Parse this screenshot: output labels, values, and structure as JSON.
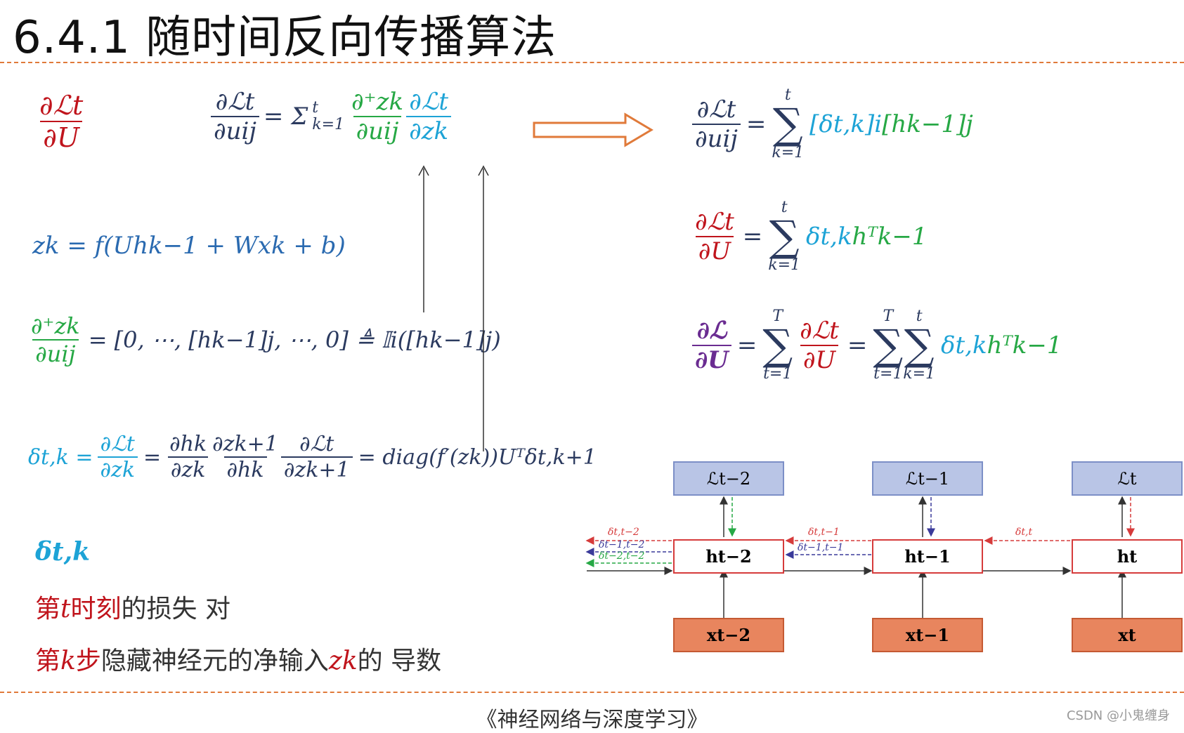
{
  "title": "6.4.1 随时间反向传播算法",
  "footer": "《神经网络与深度学习》",
  "watermark": "CSDN @小鬼缠身",
  "left_formulas": {
    "dL_dU": {
      "num": "∂ℒt",
      "den": "∂U"
    },
    "dL_duij": {
      "lhs_num": "∂ℒt",
      "lhs_den": "∂uij",
      "eq": "= Σ",
      "sum_sup": "t",
      "sum_sub": "k=1",
      "f1_num": "∂⁺zk",
      "f1_den": "∂uij",
      "f2_num": "∂ℒt",
      "f2_den": "∂zk"
    },
    "zk": "zk = f(Uhk−1 + Wxk + b)",
    "dzk": {
      "num": "∂⁺zk",
      "den": "∂uij",
      "rhs": "= [0, ⋯, [hk−1]j, ⋯, 0] ≜ 𝕀i([hk−1]j)"
    },
    "delta": {
      "lhs": "δt,k =",
      "f1_num": "∂ℒt",
      "f1_den": "∂zk",
      "eq2": "=",
      "f2_num": "∂hk",
      "f2_den": "∂zk",
      "f3_num": "∂zk+1",
      "f3_den": "∂hk",
      "f4_num": "∂ℒt",
      "f4_den": "∂zk+1",
      "rhs": "= diag(f′(zk))Uᵀδt,k+1"
    },
    "delta_label": "δt,k",
    "line1_a": "第",
    "line1_t": "t",
    "line1_b": "时刻",
    "line1_c": "的损失 对",
    "line2_a": "第",
    "line2_k": "k",
    "line2_b": "步",
    "line2_c": "隐藏神经元的净输入",
    "line2_z": "zk",
    "line2_d": "的 导数"
  },
  "right_formulas": {
    "r1": {
      "num": "∂ℒt",
      "den": "∂uij",
      "eq": "=",
      "sum_sup": "t",
      "sum_sub": "k=1",
      "term1": "[δt,k]i",
      "term2": "[hk−1]j"
    },
    "r2": {
      "num": "∂ℒt",
      "den": "∂U",
      "eq": "=",
      "sum_sup": "t",
      "sum_sub": "k=1",
      "term1": "δt,k",
      "term2": "hᵀk−1"
    },
    "r3": {
      "num": "∂ℒ",
      "den": "∂U",
      "eq": "=",
      "sum1_sup": "T",
      "sum1_sub": "t=1",
      "f_num": "∂ℒt",
      "f_den": "∂U",
      "eq2": "=",
      "sum2_sup": "T",
      "sum2_sub": "t=1",
      "sum3_sup": "t",
      "sum3_sub": "k=1",
      "term1": "δt,k",
      "term2": "hᵀk−1"
    }
  },
  "diagram": {
    "loss": [
      "ℒt−2",
      "ℒt−1",
      "ℒt"
    ],
    "hidden": [
      "ht−2",
      "ht−1",
      "ht"
    ],
    "inputs": [
      "xt−2",
      "xt−1",
      "xt"
    ],
    "deltas_left": [
      "δt,t−2",
      "δt−1,t−2",
      "δt−2,t−2"
    ],
    "deltas_mid": [
      "δt,t−1",
      "δt−1,t−1"
    ],
    "deltas_right": [
      "δt,t"
    ]
  },
  "colors": {
    "accent": "#e07a3a",
    "red": "#c0141c",
    "green": "#26a845",
    "cyan": "#1da3d6",
    "navy": "#2b3a5f",
    "purple": "#6a2c91"
  }
}
